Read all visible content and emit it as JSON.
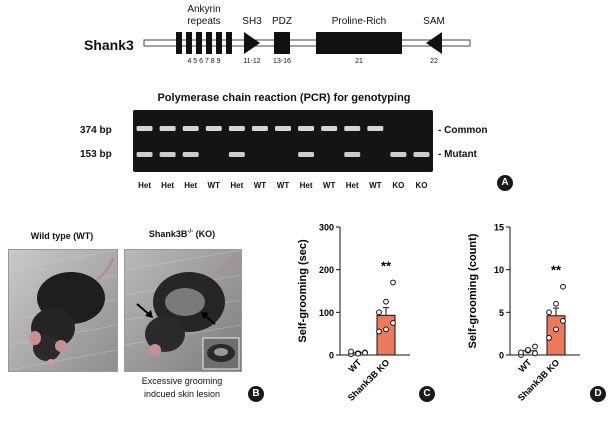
{
  "gene": {
    "name": "Shank3",
    "domains": {
      "ankyrin": "Ankyrin\nrepeats",
      "sh3": "SH3",
      "pdz": "PDZ",
      "proline": "Proline-Rich",
      "sam": "SAM"
    },
    "exons": {
      "ankyrin": "4 5 6 7 8 9",
      "sh3": "11-12",
      "pdz": "13-16",
      "proline": "21",
      "sam": "22"
    }
  },
  "gel": {
    "title": "Polymerase chain reaction (PCR) for genotyping",
    "size_top": "374 bp",
    "size_bottom": "153 bp",
    "band_top_label": "- Common",
    "band_bottom_label": "- Mutant",
    "lanes": [
      {
        "label": "Het",
        "common": true,
        "mutant": true
      },
      {
        "label": "Het",
        "common": true,
        "mutant": true
      },
      {
        "label": "Het",
        "common": true,
        "mutant": true
      },
      {
        "label": "WT",
        "common": true,
        "mutant": false
      },
      {
        "label": "Het",
        "common": true,
        "mutant": true
      },
      {
        "label": "WT",
        "common": true,
        "mutant": false
      },
      {
        "label": "WT",
        "common": true,
        "mutant": false
      },
      {
        "label": "Het",
        "common": true,
        "mutant": true
      },
      {
        "label": "WT",
        "common": true,
        "mutant": false
      },
      {
        "label": "Het",
        "common": true,
        "mutant": true
      },
      {
        "label": "WT",
        "common": true,
        "mutant": false
      },
      {
        "label": "KO",
        "common": false,
        "mutant": true
      },
      {
        "label": "KO",
        "common": false,
        "mutant": true
      }
    ]
  },
  "panels": {
    "A": "A",
    "B": "B",
    "C": "C",
    "D": "D"
  },
  "photos": {
    "wt_title": "Wild type (WT)",
    "ko_title_prefix": "Shank3B",
    "ko_title_sup": "-/-",
    "ko_title_suffix": " (KO)",
    "caption_line1": "Excessive grooming",
    "caption_line2": "indcued skin lesion"
  },
  "colors": {
    "bar_ko": "#ec7a5a",
    "gel_bg": "#141414",
    "band": "#e6e6e6"
  },
  "chart_data": [
    {
      "type": "bar",
      "ylabel": "Self-grooming (sec)",
      "ylim": [
        0,
        300
      ],
      "yticks": [
        0,
        100,
        200,
        300
      ],
      "categories": [
        "WT",
        "Shank3B KO"
      ],
      "values": [
        5,
        93
      ],
      "errors": [
        2,
        18
      ],
      "points": [
        [
          2,
          4,
          6,
          8,
          3,
          5
        ],
        [
          55,
          60,
          75,
          100,
          125,
          170
        ]
      ],
      "significance": "**"
    },
    {
      "type": "bar",
      "ylabel": "Self-grooming (count)",
      "ylim": [
        0,
        15
      ],
      "yticks": [
        0,
        5,
        10,
        15
      ],
      "categories": [
        "WT",
        "Shank3B KO"
      ],
      "values": [
        0.5,
        4.6
      ],
      "errors": [
        0.2,
        0.9
      ],
      "points": [
        [
          0,
          0.5,
          1,
          0.3,
          0.6,
          0.2
        ],
        [
          2,
          3,
          4,
          5,
          6,
          8
        ]
      ],
      "significance": "**"
    }
  ]
}
